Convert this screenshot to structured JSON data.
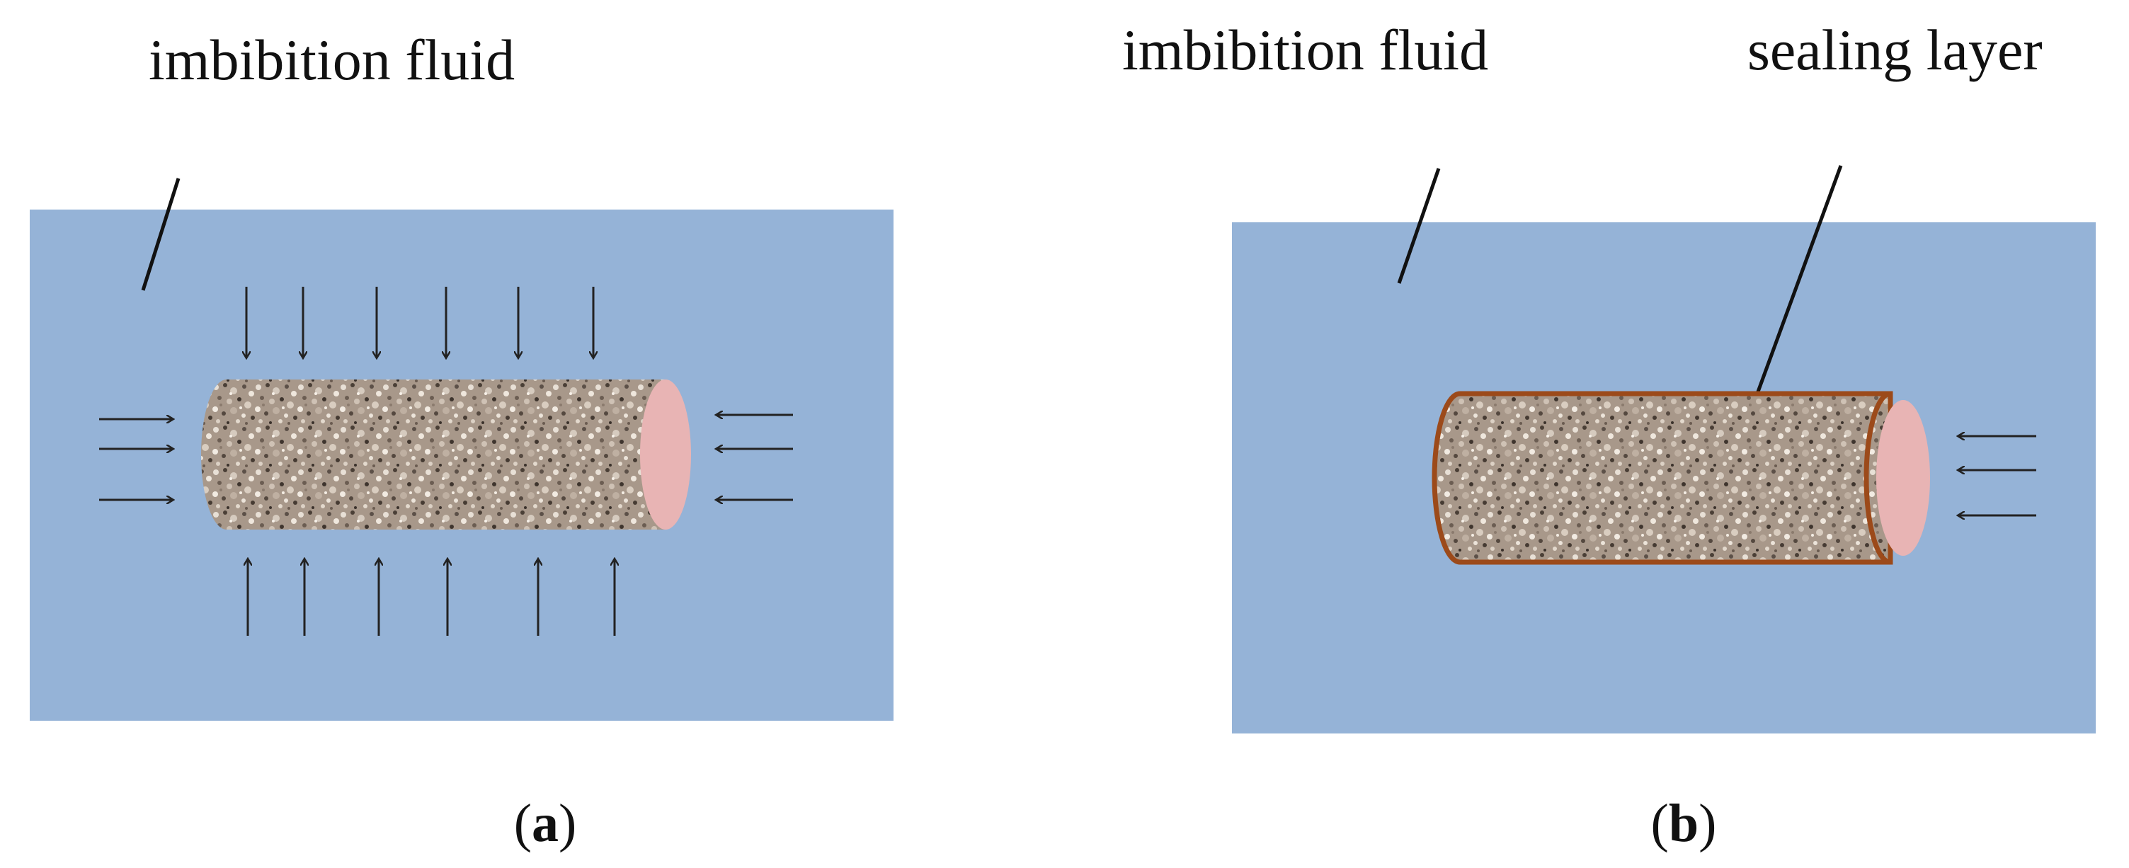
{
  "panel_a": {
    "fluid_label": "imbibition fluid",
    "caption_open": "(",
    "caption_letter": "a",
    "caption_close": ")"
  },
  "panel_b": {
    "fluid_label": "imbibition fluid",
    "seal_label": "sealing layer",
    "caption_open": "(",
    "caption_letter": "b",
    "caption_close": ")"
  },
  "colors": {
    "fluid": "#95b3d7",
    "rock": "#a8988a",
    "rock_end_face": "#e8b4b4",
    "sealing_layer": "#9c4a1a",
    "arrow": "#222222",
    "leader_line": "#111111"
  },
  "icons": {
    "arrow": "flow-arrow-icon",
    "core": "rock-core-icon"
  }
}
